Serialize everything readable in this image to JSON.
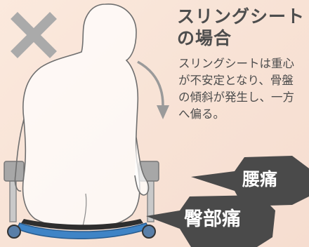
{
  "heading": {
    "line1": "スリングシート",
    "line2": "の場合"
  },
  "description": {
    "lines": [
      "スリングシートは重心",
      "が不安定となり、骨盤",
      "の傾斜が発生し、一方",
      "へ偏る。"
    ]
  },
  "labels": {
    "lower_back_pain": "腰痛",
    "buttock_pain": "臀部痛"
  },
  "icons": {
    "mark": "cross-mark-icon",
    "direction": "curved-arrow-down-icon"
  },
  "colors": {
    "background": "#f8e3d6",
    "cross": "#aaaaaa",
    "text": "#4d4d4d",
    "label_bubble": "#4a4a4a",
    "seat_blue": "#3f84c6"
  }
}
